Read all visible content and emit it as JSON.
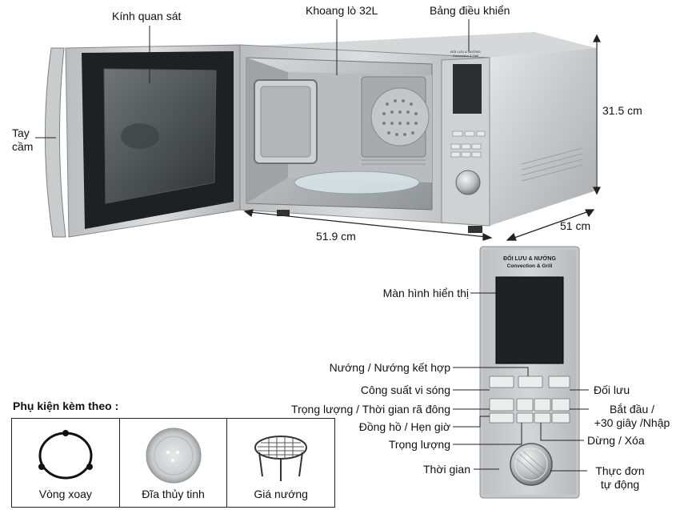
{
  "top_labels": {
    "window": "Kính quan sát",
    "cavity": "Khoang lò 32L",
    "control_panel": "Bảng điều khiển",
    "handle": "Tay\ncầm"
  },
  "dimensions": {
    "height": "31.5 cm",
    "width": "51.9 cm",
    "depth": "51 cm"
  },
  "panel": {
    "brand_line1": "ĐỐI LƯU & NƯỚNG",
    "brand_line2": "Convection & Grill",
    "small_brand_line1": "ĐỐI LƯU & NƯỚNG",
    "small_brand_line2": "Convection & Grill"
  },
  "panel_labels": {
    "display": "Màn hình hiển thị",
    "grill_combo": "Nướng / Nướng kết hợp",
    "microwave_power": "Công suất vi sóng",
    "convection": "Đối lưu",
    "weight_defrost": "Trọng lượng / Thời gian rã đông",
    "start": "Bắt đầu /\n+30 giây /Nhập",
    "clock_timer": "Đồng hồ / Hẹn giờ",
    "weight": "Trọng lượng",
    "stop_clear": "Dừng / Xóa",
    "time": "Thời gian",
    "auto_menu": "Thực đơn\ntự động"
  },
  "accessories": {
    "title": "Phụ kiện kèm theo :",
    "items": [
      {
        "label": "Vòng xoay",
        "icon": "roller-ring-icon"
      },
      {
        "label": "Đĩa thủy tinh",
        "icon": "glass-plate-icon"
      },
      {
        "label": "Giá nướng",
        "icon": "grill-rack-icon"
      }
    ]
  }
}
